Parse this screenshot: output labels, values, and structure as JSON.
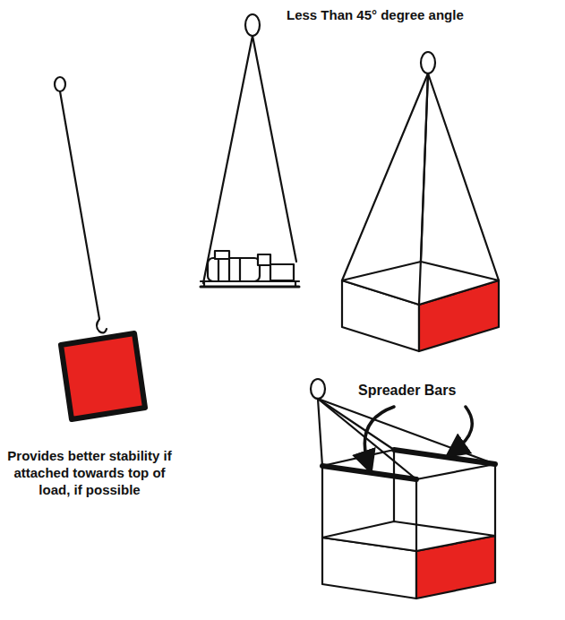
{
  "diagram": {
    "labels": [
      "Less Than 45° degree angle",
      "Spreader Bars",
      "Provides better stability if attached towards top of load, if possible"
    ]
  }
}
